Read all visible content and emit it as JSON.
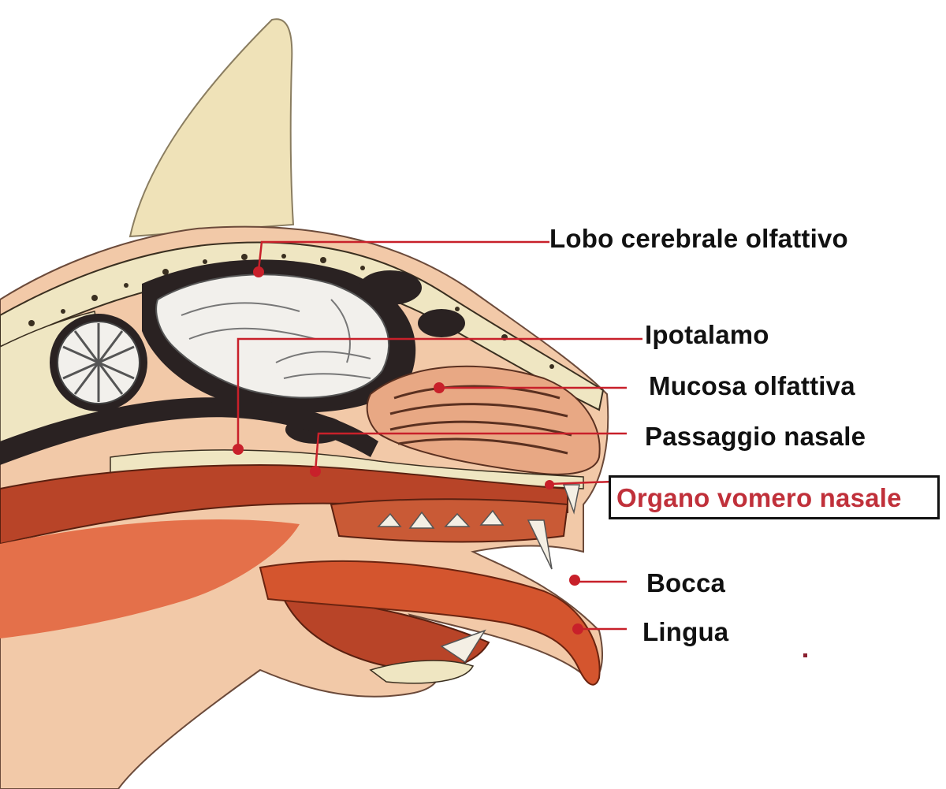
{
  "labels": {
    "lobo": "Lobo cerebrale olfattivo",
    "ipotalamo": "Ipotalamo",
    "mucosa": "Mucosa olfattiva",
    "passaggio": "Passaggio nasale",
    "organo": "Organo vomero nasale",
    "bocca": "Bocca",
    "lingua": "Lingua"
  },
  "colors": {
    "leader": "#c8202a",
    "highlight": "#c0303a",
    "skin": "#f2c9a8",
    "bone": "#efe6c2",
    "brain": "#f2f0ec",
    "dark": "#2a2222",
    "tongue": "#d4552e"
  }
}
